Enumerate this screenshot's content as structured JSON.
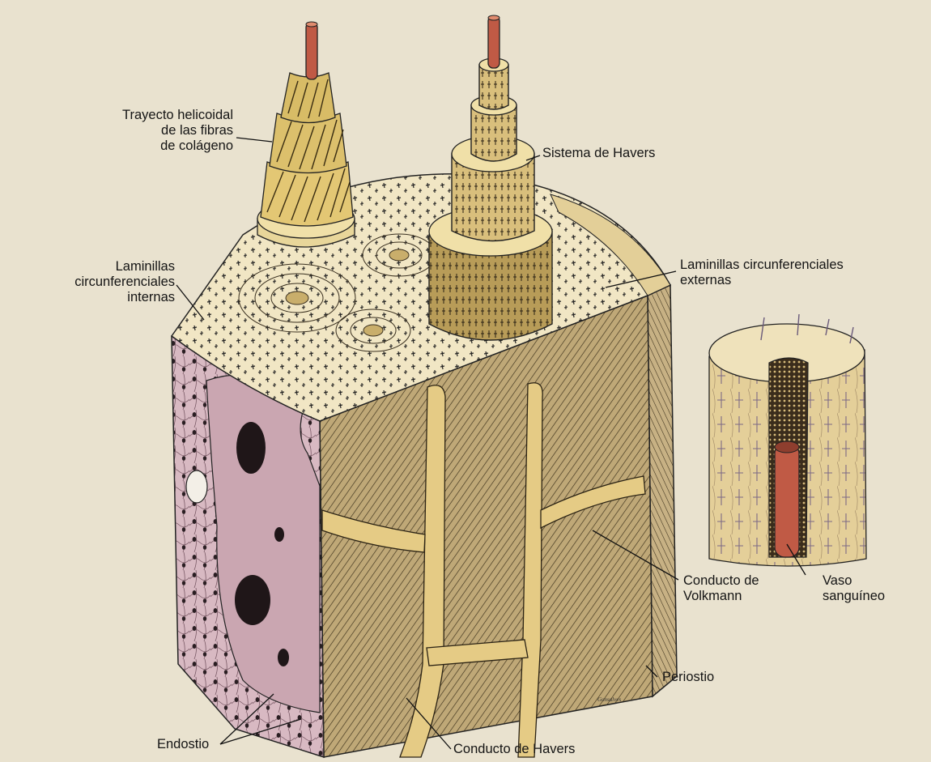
{
  "labels": {
    "helical": [
      "Trayecto helicoidal",
      "de las fibras",
      "de colágeno"
    ],
    "haversian_system": "Sistema de Havers",
    "internal_lamellae": [
      "Laminillas",
      "circunferenciales",
      "internas"
    ],
    "external_lamellae": [
      "Laminillas circunferenciales",
      "externas"
    ],
    "volkmann": [
      "Conducto de",
      "Volkmann"
    ],
    "vessel": [
      "Vaso",
      "sanguíneo"
    ],
    "periosteum": "Periostio",
    "endosteum": "Endostio",
    "haversian_canal": "Conducto de Havers",
    "signature": "Gonsalves"
  },
  "colors": {
    "page": "#e9e2cf",
    "bone_top": "#efe2bb",
    "bone_side": "#b59e6c",
    "bone_front": "#c2ac7a",
    "endosteum": "#d7b8c0",
    "canal": "#e5cb85",
    "vessel": "#c05a45",
    "osteon_fill": "#d9bf7c",
    "ink": "#1b1b1b"
  }
}
